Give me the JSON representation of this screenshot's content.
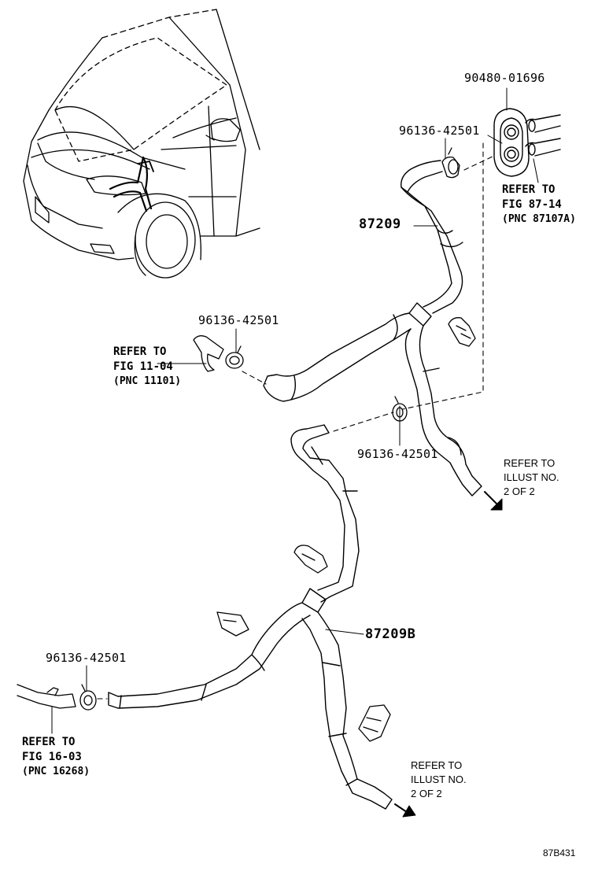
{
  "labels": {
    "grommet_part": "90480-01696",
    "clamp_top": "96136-42501",
    "hose_upper": "87209",
    "clamp_left": "96136-42501",
    "clamp_middle": "96136-42501",
    "hose_lower": "87209B",
    "clamp_bottom": "96136-42501"
  },
  "refs": {
    "fig_87_14": {
      "line1": "REFER TO",
      "line2": "FIG 87-14",
      "line3": "(PNC 87107A)"
    },
    "fig_11_04": {
      "line1": "REFER TO",
      "line2": "FIG 11-04",
      "line3": "(PNC 11101)"
    },
    "fig_16_03": {
      "line1": "REFER TO",
      "line2": "FIG 16-03",
      "line3": "(PNC 16268)"
    },
    "illust_upper": {
      "line1": "REFER TO",
      "line2": "ILLUST NO.",
      "line3": "2 OF 2"
    },
    "illust_lower": {
      "line1": "REFER TO",
      "line2": "ILLUST NO.",
      "line3": "2 OF 2"
    }
  },
  "figure_id": "87B431"
}
